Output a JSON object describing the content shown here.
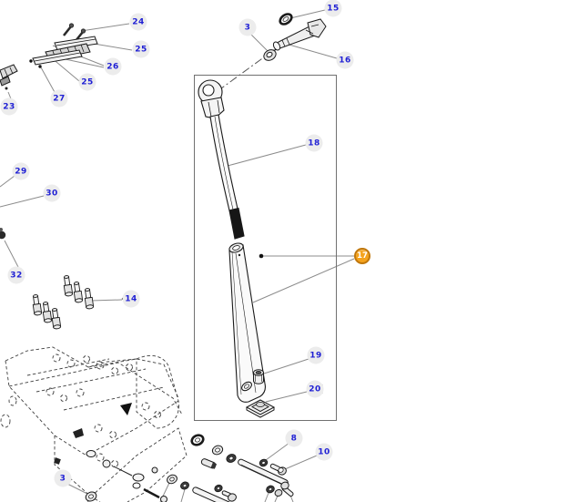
{
  "diagram": {
    "type": "exploded-parts-diagram",
    "subject": "lift rod / lower link assembly exploded view",
    "highlighted_callout": "17",
    "colors": {
      "callout_text": "#1f1fd4",
      "callout_bg": "#ececec",
      "highlight_fill": "#f5a31d",
      "highlight_border": "#c0770c",
      "highlight_text": "#ffffff",
      "linework": "#1a1a1a",
      "leader_line": "#8c8c8c",
      "detail_box_border": "#707070",
      "background": "#ffffff"
    },
    "callouts": [
      {
        "id": "c24",
        "label": "24"
      },
      {
        "id": "c25a",
        "label": "25"
      },
      {
        "id": "c26",
        "label": "26"
      },
      {
        "id": "c25b",
        "label": "25"
      },
      {
        "id": "c27",
        "label": "27"
      },
      {
        "id": "c23",
        "label": "23"
      },
      {
        "id": "c15",
        "label": "15"
      },
      {
        "id": "c3a",
        "label": "3"
      },
      {
        "id": "c16",
        "label": "16"
      },
      {
        "id": "c18",
        "label": "18"
      },
      {
        "id": "c17",
        "label": "17"
      },
      {
        "id": "c19",
        "label": "19"
      },
      {
        "id": "c20",
        "label": "20"
      },
      {
        "id": "c29",
        "label": "29"
      },
      {
        "id": "c30",
        "label": "30"
      },
      {
        "id": "c32",
        "label": "32"
      },
      {
        "id": "c14",
        "label": "14"
      },
      {
        "id": "c8",
        "label": "8"
      },
      {
        "id": "c10",
        "label": "10"
      },
      {
        "id": "c3b",
        "label": "3"
      }
    ]
  }
}
